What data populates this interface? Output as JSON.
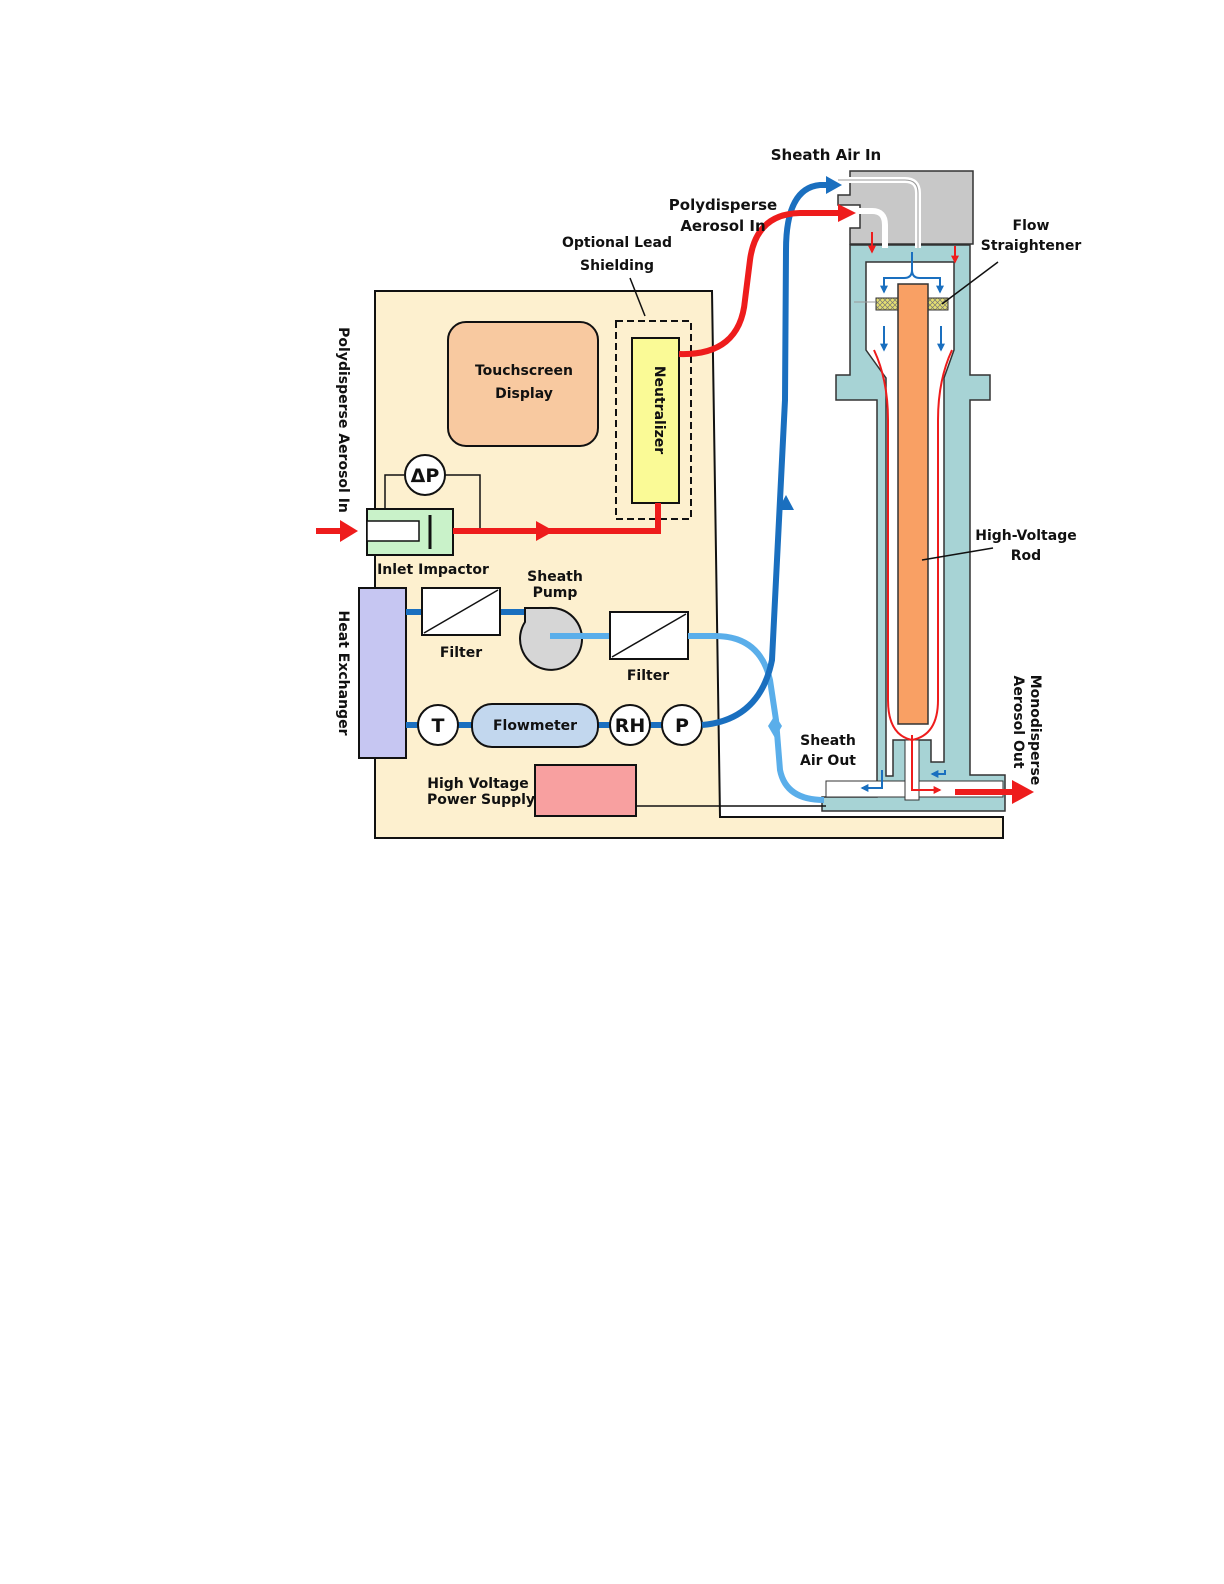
{
  "labels": {
    "sheath_air_in": "Sheath Air In",
    "polydisperse_in_top": [
      "Polydisperse",
      "Aerosol In"
    ],
    "optional_lead": [
      "Optional Lead",
      "Shielding"
    ],
    "flow_straightener": [
      "Flow",
      "Straightener"
    ],
    "touchscreen": [
      "Touchscreen",
      "Display"
    ],
    "neutralizer": "Neutralizer",
    "polydisperse_in_side": "Polydisperse Aerosol In",
    "delta_p": "ΔP",
    "inlet_impactor": "Inlet Impactor",
    "sheath_pump": [
      "Sheath",
      "Pump"
    ],
    "filter_1": "Filter",
    "filter_2": "Filter",
    "heat_exchanger": "Heat Exchanger",
    "t_sensor": "T",
    "flowmeter": "Flowmeter",
    "rh_sensor": "RH",
    "p_sensor": "P",
    "high_voltage_rod": [
      "High-Voltage",
      "Rod"
    ],
    "sheath_air_out": [
      "Sheath",
      "Air Out"
    ],
    "monodisperse_out": [
      "Monodisperse",
      "Aerosol Out"
    ],
    "hv_power_supply": [
      "High Voltage",
      "Power Supply"
    ]
  },
  "colors": {
    "cabinet": "#fdf0cf",
    "aerosol_flow": "#ee1c1c",
    "sheath_flow_dark": "#1a6fbf",
    "sheath_flow_light": "#5aaeea",
    "dma_body": "#a7d3d5",
    "hv_rod": "#f9a064",
    "touchscreen": "#f8c9a0",
    "neutralizer": "#fafa96",
    "impactor": "#c9f2c9",
    "heat_exchanger": "#c6c6f2",
    "flowmeter": "#c2d7ee",
    "hv_supply": "#f8a0a0",
    "inlet_block": "#c8c8c8",
    "pump": "#d6d6d6"
  }
}
